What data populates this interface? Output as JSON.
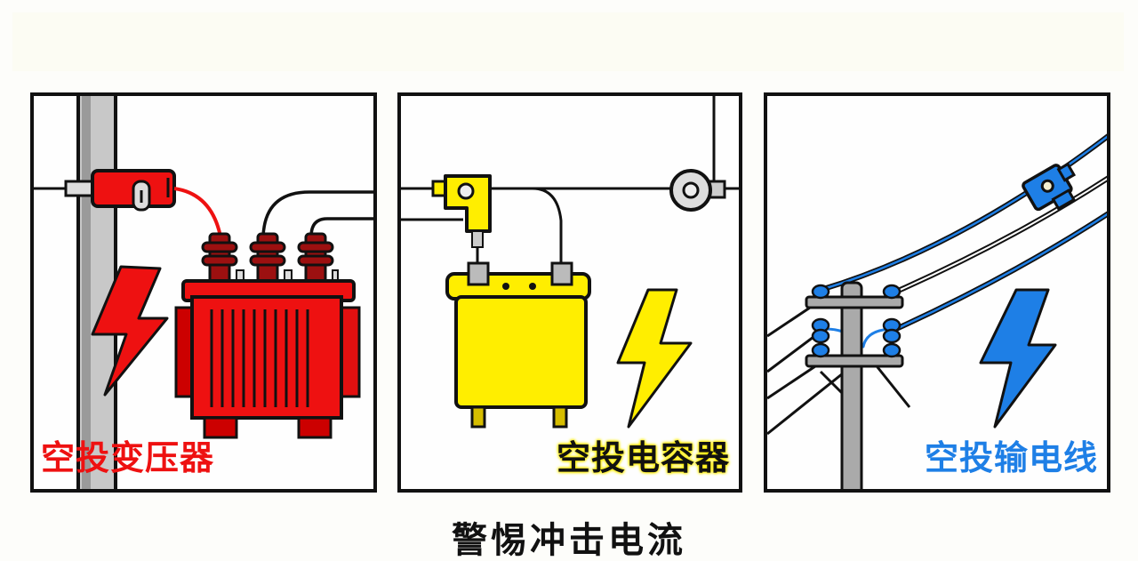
{
  "panels": [
    {
      "id": "transformer",
      "label": "空投变压器",
      "color": "#ee1111",
      "icon": "lightning-bolt-icon"
    },
    {
      "id": "capacitor",
      "label": "空投电容器",
      "color": "#ffee00",
      "icon": "lightning-bolt-icon"
    },
    {
      "id": "transmission-line",
      "label": "空投输电线",
      "color": "#1e7fe6",
      "icon": "lightning-bolt-icon"
    }
  ],
  "caption": "警惕冲击电流",
  "colors": {
    "red": "#ee1111",
    "dark_red": "#b00a0a",
    "yellow": "#ffee00",
    "blue": "#1e7fe6",
    "gray": "#aaaaaa",
    "outline": "#111111"
  }
}
